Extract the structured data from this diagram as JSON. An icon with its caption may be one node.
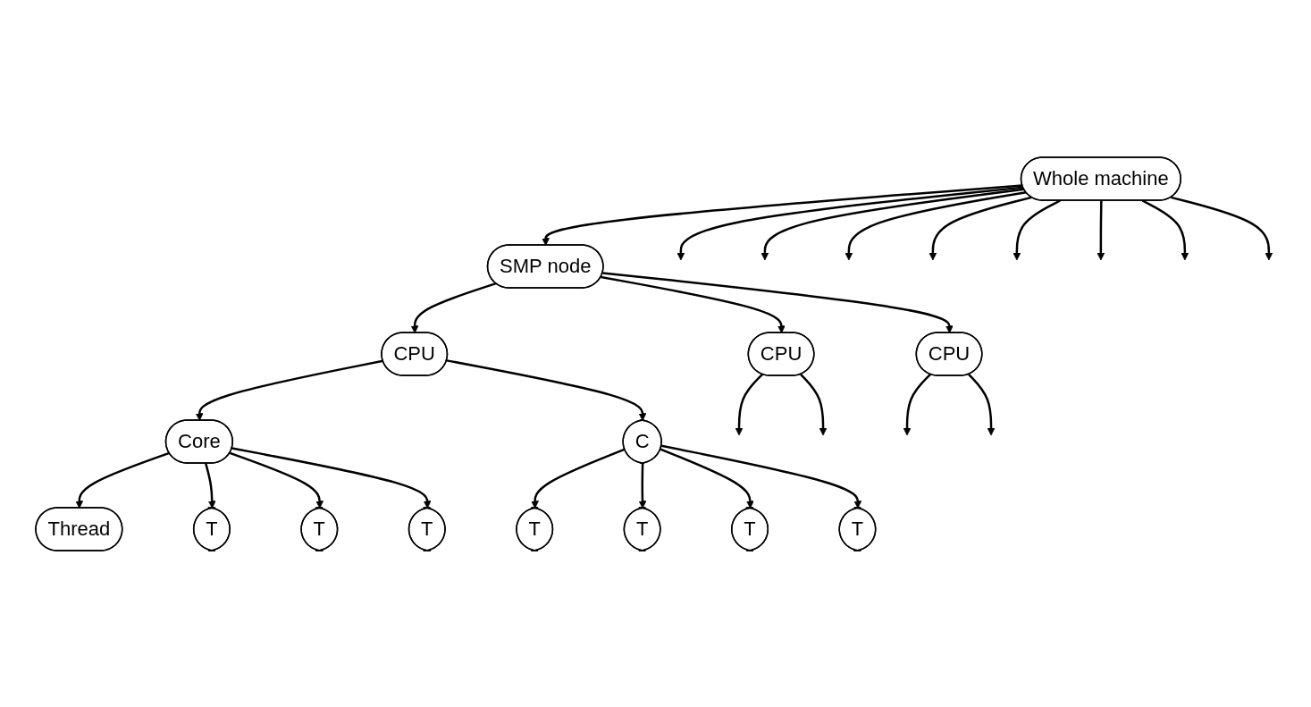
{
  "diagram": {
    "nodes": [
      {
        "text": [
          "Whole machine"
        ]
      },
      {
        "text": [
          "SMP node"
        ]
      },
      {
        "text": [
          "CPU"
        ]
      },
      {
        "text": [
          "CPU"
        ]
      },
      {
        "text": [
          "CPU"
        ]
      },
      {
        "text": [
          "Core"
        ]
      },
      {
        "text": [
          "C"
        ]
      },
      {
        "text": [
          "Thread"
        ]
      },
      {
        "text": [
          "T"
        ]
      },
      {
        "text": [
          "T"
        ]
      },
      {
        "text": [
          "T"
        ]
      },
      {
        "text": [
          "T"
        ]
      },
      {
        "text": [
          "T"
        ]
      },
      {
        "text": [
          "T"
        ]
      },
      {
        "text": [
          "T"
        ]
      }
    ],
    "edges": [
      {
        "from": 0,
        "to": 1,
        "arrow": "to"
      },
      {
        "from": 0,
        "to": null,
        "arrow": "to"
      },
      {
        "from": 0,
        "to": null,
        "arrow": "to"
      },
      {
        "from": 0,
        "to": null,
        "arrow": "to"
      },
      {
        "from": 0,
        "to": null,
        "arrow": "to"
      },
      {
        "from": 0,
        "to": null,
        "arrow": "to"
      },
      {
        "from": 0,
        "to": null,
        "arrow": "to"
      },
      {
        "from": 0,
        "to": null,
        "arrow": "to"
      },
      {
        "from": 0,
        "to": null,
        "arrow": "to"
      },
      {
        "from": 1,
        "to": 2,
        "arrow": "to"
      },
      {
        "from": 1,
        "to": 3,
        "arrow": "to"
      },
      {
        "from": 1,
        "to": 4,
        "arrow": "to"
      },
      {
        "from": 3,
        "to": null,
        "arrow": "to"
      },
      {
        "from": 3,
        "to": null,
        "arrow": "to"
      },
      {
        "from": 4,
        "to": null,
        "arrow": "to"
      },
      {
        "from": 4,
        "to": null,
        "arrow": "to"
      },
      {
        "from": 2,
        "to": 5,
        "arrow": "to"
      },
      {
        "from": 2,
        "to": 6,
        "arrow": "to"
      },
      {
        "from": 5,
        "to": 7,
        "arrow": "to"
      },
      {
        "from": 5,
        "to": 8,
        "arrow": "to"
      },
      {
        "from": 5,
        "to": 9,
        "arrow": "to"
      },
      {
        "from": 5,
        "to": 10,
        "arrow": "to"
      },
      {
        "from": 6,
        "to": 11,
        "arrow": "to"
      },
      {
        "from": 6,
        "to": 12,
        "arrow": "to"
      },
      {
        "from": 6,
        "to": 13,
        "arrow": "to"
      },
      {
        "from": 6,
        "to": 14,
        "arrow": "to"
      }
    ]
  }
}
